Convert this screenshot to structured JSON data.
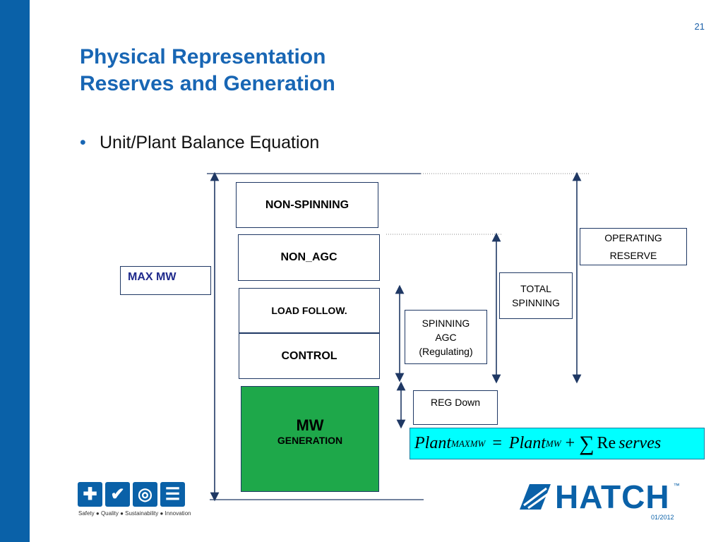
{
  "page_number": "21",
  "title": {
    "line1": "Physical Representation",
    "line2": "Reserves and Generation"
  },
  "bullet": "Unit/Plant Balance Equation",
  "diagram": {
    "non_spinning": "NON-SPINNING",
    "non_agc": "NON_AGC",
    "load_follow": "LOAD FOLLOW.",
    "control": "CONTROL",
    "generation_mw": "MW",
    "generation_label": "GENERATION",
    "max_mw": "MAX MW",
    "operating_reserve": [
      "OPERATING",
      "RESERVE"
    ],
    "total_spinning": [
      "TOTAL",
      "SPINNING"
    ],
    "spinning_agc": [
      "SPINNING",
      "AGC",
      "(Regulating)"
    ],
    "reg_down": "REG Down",
    "generation_color": "#1ea84a",
    "border_color": "#1f3864"
  },
  "equation": {
    "term1": "Plant",
    "sub1": "MAXMW",
    "equals": "=",
    "term2": "Plant",
    "sub2": "MW",
    "plus": "+",
    "sum": "∑",
    "re": "Re",
    "serves": "serves",
    "background": "#00ffff"
  },
  "footer": {
    "values": "Safety ● Quality ● Sustainability ● Innovation",
    "brand": "HATCH",
    "trademark": "™",
    "date": "01/2012",
    "icons": [
      "plus-icon",
      "check-icon",
      "recycle-icon",
      "bulb-icon"
    ]
  },
  "colors": {
    "accent": "#0a61a8",
    "title": "#1866b4"
  }
}
